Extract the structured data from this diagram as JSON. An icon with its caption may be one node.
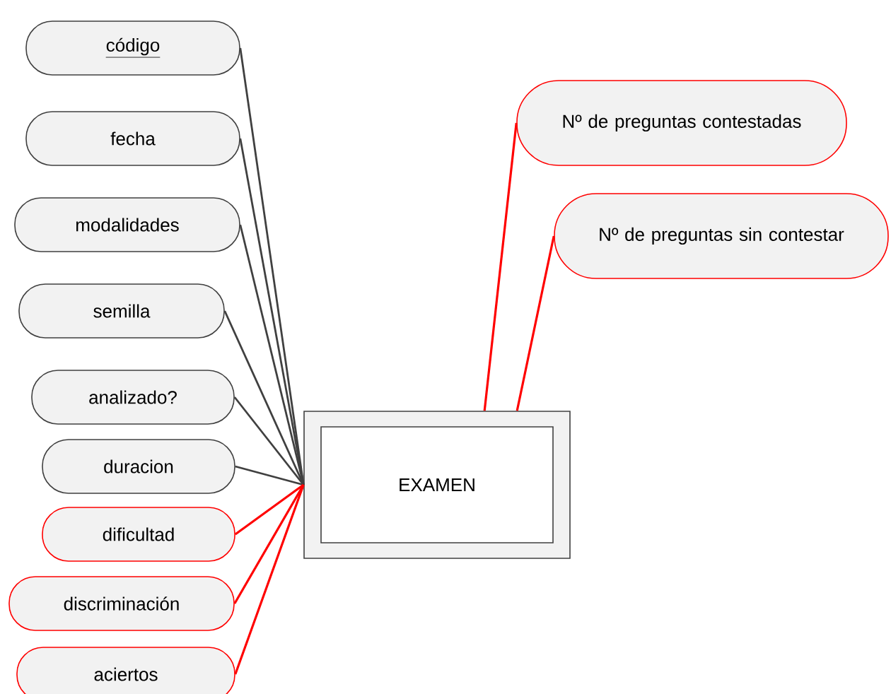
{
  "diagram": {
    "nodes": [
      {
        "text": [
          "código"
        ]
      },
      {
        "text": [
          "fecha"
        ]
      },
      {
        "text": [
          "modalidades"
        ]
      },
      {
        "text": [
          "semilla"
        ]
      },
      {
        "text": [
          "analizado?"
        ]
      },
      {
        "text": [
          "duracion"
        ]
      },
      {
        "text": [
          "dificultad"
        ]
      },
      {
        "text": [
          "discriminación"
        ]
      },
      {
        "text": [
          "aciertos"
        ]
      },
      {
        "text": [
          "Nº de preguntas contestadas"
        ]
      },
      {
        "text": [
          "Nº de preguntas sin contestar"
        ]
      },
      {
        "text": [
          "EXAMEN"
        ]
      }
    ],
    "edges": [
      {
        "from": 0,
        "to": 11,
        "arrow": "none"
      },
      {
        "from": 1,
        "to": 11,
        "arrow": "none"
      },
      {
        "from": 2,
        "to": 11,
        "arrow": "none"
      },
      {
        "from": 3,
        "to": 11,
        "arrow": "none"
      },
      {
        "from": 4,
        "to": 11,
        "arrow": "none"
      },
      {
        "from": 5,
        "to": 11,
        "arrow": "none"
      },
      {
        "from": 6,
        "to": 11,
        "arrow": "none",
        "color": "#ff0000"
      },
      {
        "from": 7,
        "to": 11,
        "arrow": "none",
        "color": "#ff0000"
      },
      {
        "from": 8,
        "to": 11,
        "arrow": "none",
        "color": "#ff0000"
      },
      {
        "from": 9,
        "to": 11,
        "arrow": "none",
        "color": "#ff0000"
      },
      {
        "from": 10,
        "to": 11,
        "arrow": "none",
        "color": "#ff0000"
      }
    ]
  }
}
